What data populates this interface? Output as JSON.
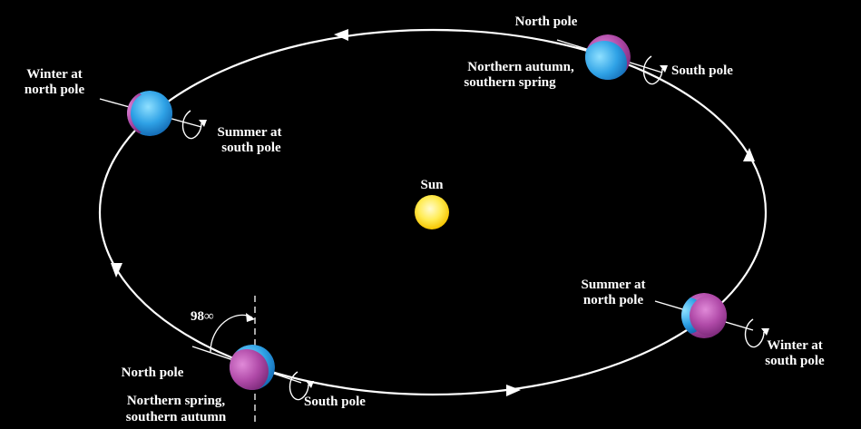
{
  "sun": {
    "label": "Sun"
  },
  "top_right": {
    "north_pole": "North pole",
    "season_line1": "Northern autumn,",
    "season_line2": "southern spring",
    "south_pole": "South pole"
  },
  "left": {
    "winter_line1": "Winter at",
    "winter_line2": "north pole",
    "summer_line1": "Summer at",
    "summer_line2": "south pole"
  },
  "right": {
    "summer_line1": "Summer at",
    "summer_line2": "north pole",
    "winter_line1": "Winter at",
    "winter_line2": "south pole"
  },
  "bottom": {
    "angle": "98∞",
    "north_pole": "North pole",
    "season_line1": "Northern spring,",
    "season_line2": "southern autumn",
    "south_pole": "South pole"
  },
  "colors": {
    "background": "#000000",
    "orbit": "#ffffff",
    "sun": "#ffe74a",
    "planet_magenta": "#b04aa8",
    "planet_blue": "#2e9fe0"
  }
}
